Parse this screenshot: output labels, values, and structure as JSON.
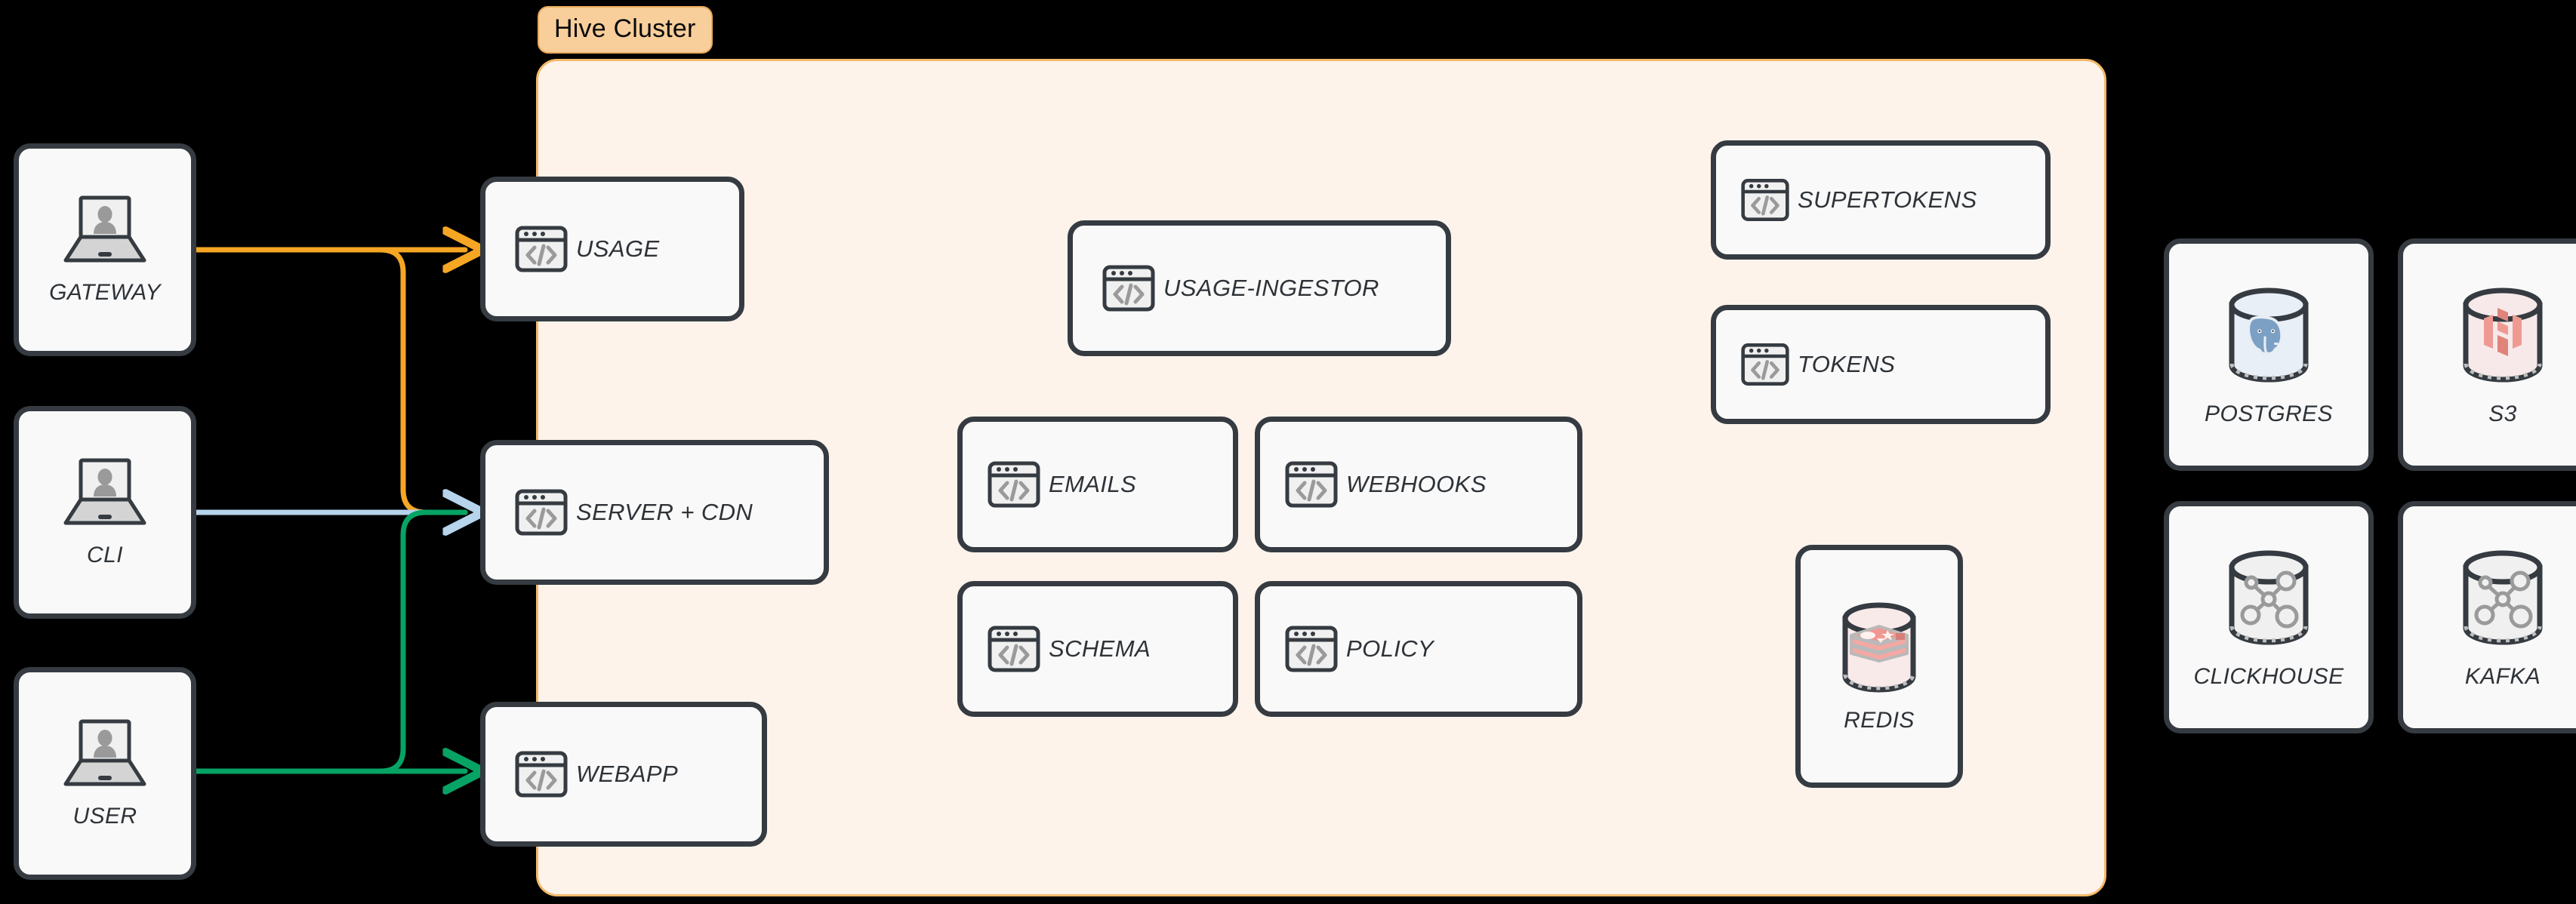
{
  "diagram": {
    "title": "Hive Cluster architecture",
    "background": "#000000",
    "cluster": {
      "badge_label": "Hive Cluster",
      "badge_bg": "#F8CE9B",
      "badge_border": "#E8A95E",
      "panel_bg": "#FDF3EB",
      "panel_border": "#F5B96B"
    },
    "colors": {
      "card_bg": "#F9F9F9",
      "card_border": "#353B41",
      "label": "#2E3338",
      "arrow_orange": "#F5A623",
      "arrow_blue": "#B6D4EC",
      "arrow_green": "#06A365",
      "postgres_blue": "#7BA0C4",
      "redis_red": "#F0A19C",
      "s3_red": "#E8918A",
      "generic_gray": "#9AA0A6"
    }
  },
  "clients": [
    {
      "id": "gateway",
      "label": "GATEWAY",
      "icon": "laptop-user-icon"
    },
    {
      "id": "cli",
      "label": "CLI",
      "icon": "laptop-user-icon"
    },
    {
      "id": "user",
      "label": "USER",
      "icon": "laptop-user-icon"
    }
  ],
  "edge_services": [
    {
      "id": "usage",
      "label": "USAGE",
      "icon": "code-window-icon"
    },
    {
      "id": "server-cdn",
      "label": "SERVER + CDN",
      "icon": "code-window-icon"
    },
    {
      "id": "webapp",
      "label": "WEBAPP",
      "icon": "code-window-icon"
    }
  ],
  "cluster_services": [
    {
      "id": "usage-ingestor",
      "label": "USAGE-INGESTOR",
      "icon": "code-window-icon"
    },
    {
      "id": "emails",
      "label": "EMAILS",
      "icon": "code-window-icon"
    },
    {
      "id": "webhooks",
      "label": "WEBHOOKS",
      "icon": "code-window-icon"
    },
    {
      "id": "schema",
      "label": "SCHEMA",
      "icon": "code-window-icon"
    },
    {
      "id": "policy",
      "label": "POLICY",
      "icon": "code-window-icon"
    },
    {
      "id": "supertokens",
      "label": "SUPERTOKENS",
      "icon": "code-window-icon"
    },
    {
      "id": "tokens",
      "label": "TOKENS",
      "icon": "code-window-icon"
    }
  ],
  "cluster_datastores": [
    {
      "id": "redis",
      "label": "REDIS",
      "icon": "redis-database-icon"
    }
  ],
  "external_datastores": [
    {
      "id": "postgres",
      "label": "POSTGRES",
      "icon": "postgres-database-icon"
    },
    {
      "id": "s3",
      "label": "S3",
      "icon": "s3-database-icon"
    },
    {
      "id": "clickhouse",
      "label": "CLICKHOUSE",
      "icon": "generic-database-icon"
    },
    {
      "id": "kafka",
      "label": "KAFKA",
      "icon": "generic-database-icon"
    }
  ],
  "connections": [
    {
      "id": "gateway-to-usage",
      "from": "GATEWAY",
      "to": "USAGE",
      "color": "#F5A623"
    },
    {
      "id": "gateway-to-server-cdn",
      "from": "GATEWAY",
      "to": "SERVER + CDN",
      "color": "#F5A623"
    },
    {
      "id": "cli-to-server-cdn",
      "from": "CLI",
      "to": "SERVER + CDN",
      "color": "#B6D4EC"
    },
    {
      "id": "user-to-server-cdn",
      "from": "USER",
      "to": "SERVER + CDN",
      "color": "#06A365"
    },
    {
      "id": "user-to-webapp",
      "from": "USER",
      "to": "WEBAPP",
      "color": "#06A365"
    }
  ]
}
